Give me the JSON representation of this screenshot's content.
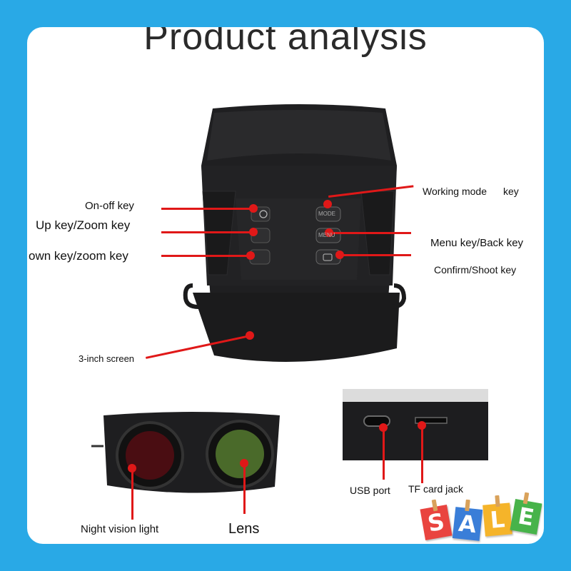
{
  "title": "Product analysis",
  "labels": {
    "on_off": "On-off key",
    "up_zoom": "Up key/Zoom key",
    "down_zoom": "own key/zoom key",
    "working_mode": "Working mode",
    "key": "key",
    "menu_back": "Menu key/Back key",
    "confirm_shoot": "Confirm/Shoot key",
    "screen": "3-inch screen",
    "night_vision": "Night vision light",
    "lens": "Lens",
    "usb": "USB port",
    "tf": "TF card jack"
  },
  "buttons": {
    "mode": "MODE",
    "menu": "MENU"
  },
  "sale": [
    "S",
    "A",
    "L",
    "E"
  ],
  "colors": {
    "background": "#29a9e6",
    "card": "#ffffff",
    "pointer": "#e01818",
    "device": "#1c1c1e"
  }
}
